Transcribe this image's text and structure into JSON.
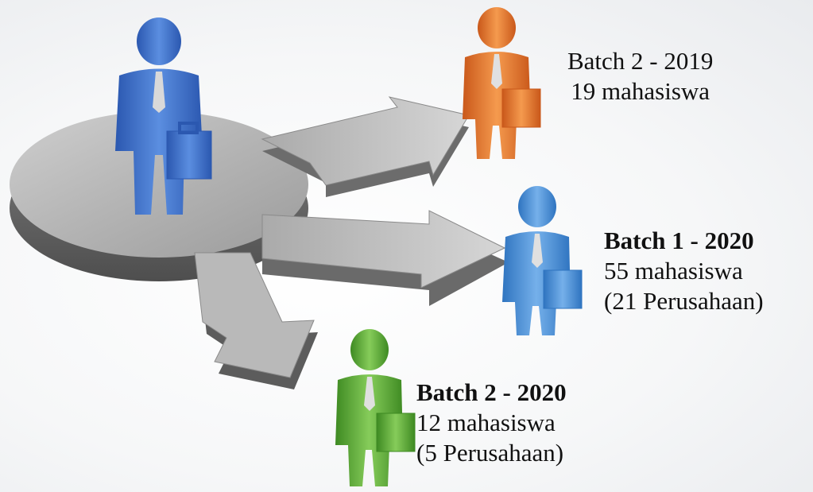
{
  "labels": {
    "batch_2_2019": {
      "title": "Batch 2 - 2019",
      "students": "19 mahasiswa"
    },
    "batch_1_2020": {
      "title": "Batch 1 - 2020",
      "students": "55 mahasiswa",
      "companies": "(21 Perusahaan)"
    },
    "batch_2_2020": {
      "title": "Batch 2 - 2020",
      "students": "12 mahasiswa",
      "companies": "(5 Perusahaan)"
    }
  },
  "colors": {
    "center_person": "#3a6fc9",
    "batch_2_2019": "#e8782a",
    "batch_1_2020": "#4a8fd6",
    "batch_2_2020": "#5aa83a",
    "platform": "#9a9a9a"
  },
  "icons": [
    "business-person-icon",
    "briefcase-icon",
    "split-arrow-icon"
  ]
}
